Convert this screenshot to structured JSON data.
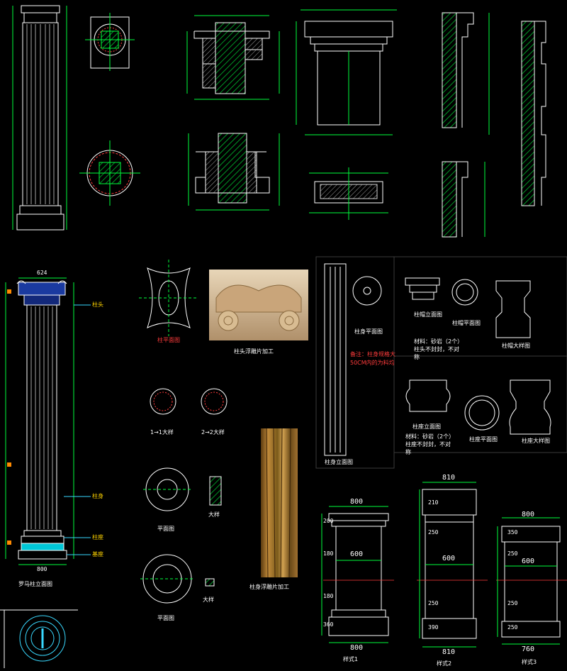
{
  "colors": {
    "background": "#000000",
    "line": "#ffffff",
    "dimension": "#00ff3c",
    "hatch": "#00cc33",
    "accent_red": "#ff3b3b",
    "accent_yellow": "#ffd400",
    "accent_cyan": "#39d9ff",
    "accent_magenta": "#d000d0"
  },
  "top_row": {
    "label_note": "—"
  },
  "left_column_drawing": {
    "caption": "罗马柱立面图",
    "callouts": [
      "柱头",
      "柱身",
      "柱座",
      "基座"
    ],
    "dims": {
      "top": "624",
      "bottom": "800"
    }
  },
  "middle": {
    "plan_caption": "柱平面图",
    "photo_caption": "柱头浮雕片加工",
    "section_caption_a": "1→1大样",
    "section_caption_b": "2→2大样",
    "ring_caption_a": "平面图",
    "ring_caption_b": "大样",
    "ring_caption_c": "平面图",
    "ring_caption_d": "大样",
    "shaft_photo_caption": "柱身浮雕片加工"
  },
  "right_panels": {
    "shaft_elevation_caption": "柱身立面图",
    "shaft_plan_caption": "柱身平面图",
    "shaft_note": [
      "备注：柱身规格大",
      "50CM内的为料均"
    ],
    "cap_elevation_caption": "柱帽立面图",
    "cap_plan_caption": "柱帽平面图",
    "cap_detail_caption": "柱帽大样图",
    "cap_material": [
      "材料：砂岩（2个）",
      "柱头不封封，不对",
      "称"
    ],
    "base_elevation_caption": "柱座立面图",
    "base_plan_caption": "柱座平面图",
    "base_detail_caption": "柱座大样图",
    "base_material": [
      "材料：砂岩（2个）",
      "柱座不封封，不对",
      "称"
    ]
  },
  "styles": [
    {
      "title": "样式1",
      "top": "800",
      "mid": "600",
      "bottom": "800",
      "h1": "200",
      "h2": "180",
      "h3": "180",
      "h4": "360"
    },
    {
      "title": "样式2",
      "top": "810",
      "mid": "600",
      "bottom": "810",
      "h1": "210",
      "h2": "250",
      "h3": "250",
      "h4": "390"
    },
    {
      "title": "样式3",
      "top": "800",
      "mid": "600",
      "bottom": "760",
      "h1": "350",
      "h2": "250",
      "h3": "250",
      "h4": "250"
    }
  ]
}
